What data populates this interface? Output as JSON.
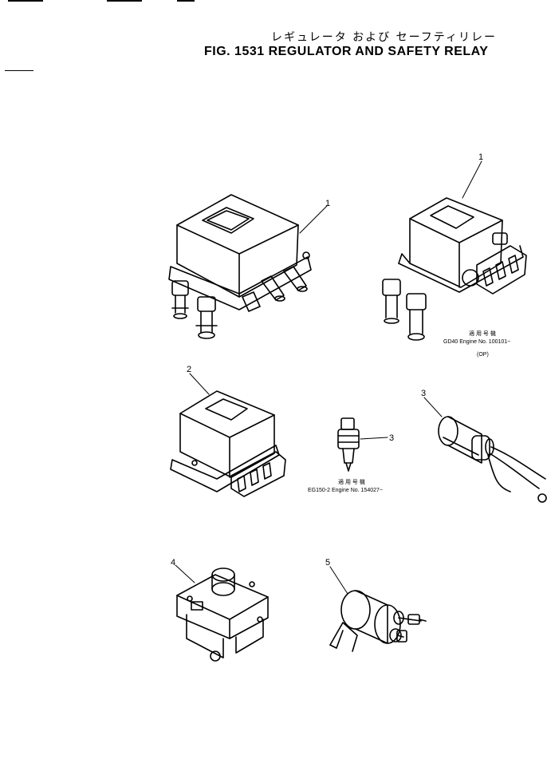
{
  "title": {
    "japanese": "レギュレータ および セーフティリレー",
    "english": "FIG. 1531  REGULATOR AND SAFETY RELAY"
  },
  "callouts": [
    "1",
    "1",
    "2",
    "3",
    "3",
    "4",
    "5"
  ],
  "notes": {
    "gd40_header": "適 用 号 機",
    "gd40_text": "GD40   Engine No. 100101~",
    "gd40_op": "(OP)",
    "eg150_header": "適 用 号 機",
    "eg150_text": "EG150-2  Engine No. 154027~"
  },
  "colors": {
    "line": "#000000",
    "paper": "#ffffff"
  }
}
